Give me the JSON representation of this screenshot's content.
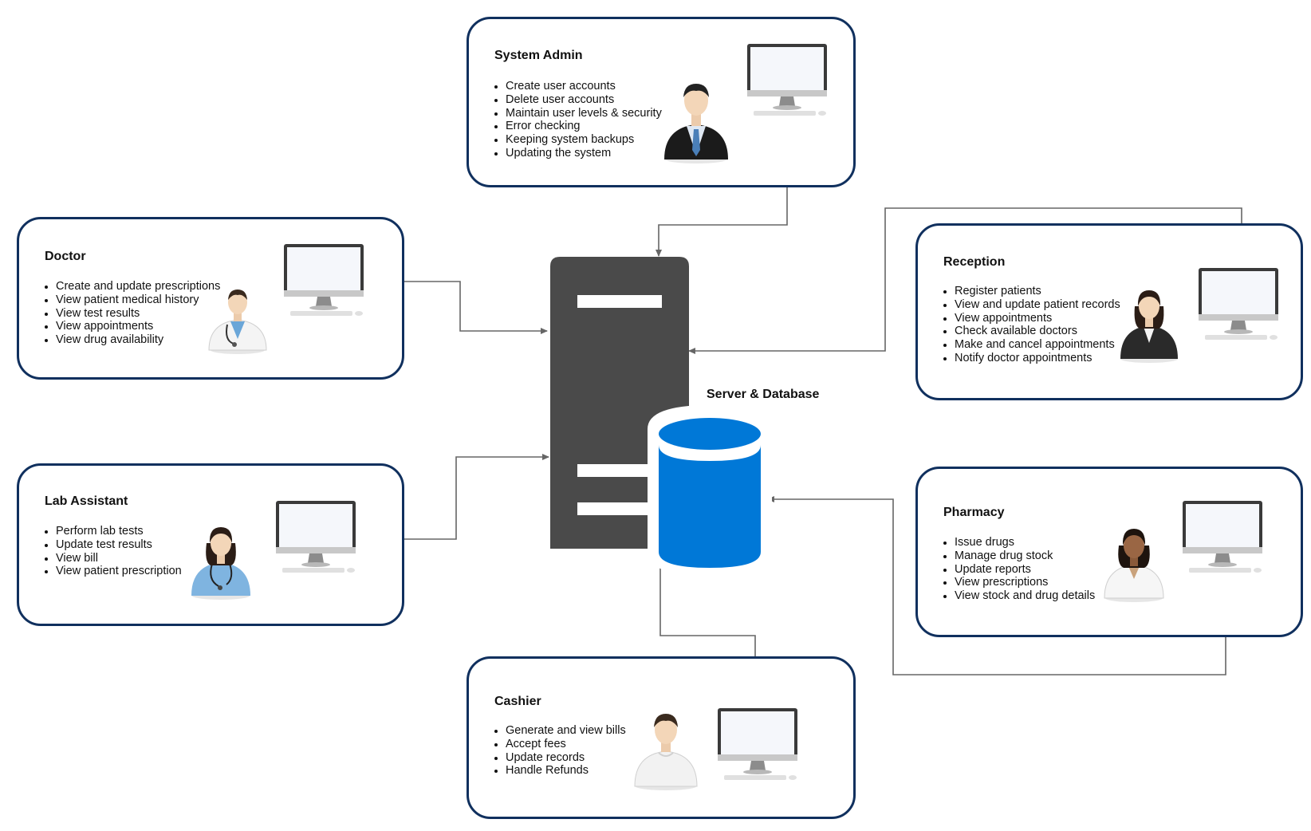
{
  "server": {
    "label": "Server & Database",
    "tower_color": "#4a4a4a",
    "database_color": "#0078d7"
  },
  "roles": {
    "system_admin": {
      "title": "System Admin",
      "avatar": "businessman-avatar-icon",
      "tasks": [
        "Create user accounts",
        "Delete user accounts",
        "Maintain user levels & security",
        "Error checking",
        "Keeping system backups",
        "Updating the system"
      ]
    },
    "doctor": {
      "title": "Doctor",
      "avatar": "male-doctor-avatar-icon",
      "tasks": [
        "Create and update prescriptions",
        "View patient medical history",
        "View test results",
        "View appointments",
        "View drug availability"
      ]
    },
    "reception": {
      "title": "Reception",
      "avatar": "female-receptionist-avatar-icon",
      "tasks": [
        "Register patients",
        "View and update patient records",
        "View appointments",
        "Check available doctors",
        "Make and cancel appointments",
        "Notify doctor appointments"
      ]
    },
    "lab_assistant": {
      "title": "Lab Assistant",
      "avatar": "female-nurse-avatar-icon",
      "tasks": [
        "Perform lab tests",
        "Update test results",
        "View bill",
        "View patient prescription"
      ]
    },
    "pharmacy": {
      "title": "Pharmacy",
      "avatar": "female-pharmacist-avatar-icon",
      "tasks": [
        "Issue drugs",
        "Manage drug stock",
        "Update reports",
        "View prescriptions",
        "View stock and drug details"
      ]
    },
    "cashier": {
      "title": "Cashier",
      "avatar": "male-cashier-avatar-icon",
      "tasks": [
        "Generate and view bills",
        "Accept fees",
        "Update records",
        "Handle Refunds"
      ]
    }
  },
  "colors": {
    "box_border": "#10305e",
    "connector": "#666666"
  }
}
